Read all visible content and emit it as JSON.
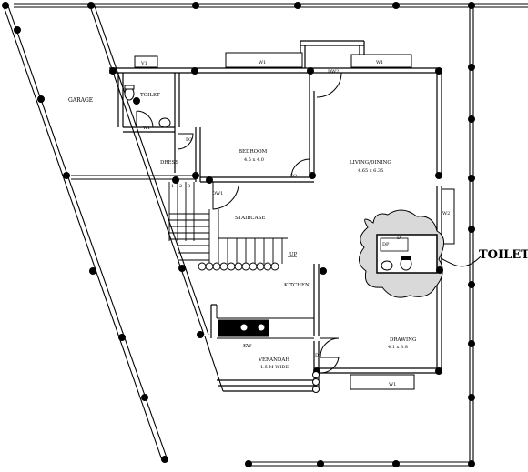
{
  "labels": {
    "garage": "GARAGE",
    "toilet_small": "TOILET",
    "dress": "DRESS",
    "bedroom": "BEDROOM",
    "bedroom_size": "4.5 x 4.0",
    "living": "LIVING/DINING",
    "living_size": "4.65 x 6.35",
    "staircase": "STAIRCASE",
    "up": "UP",
    "kitchen": "KITCHEN",
    "kw": "KW",
    "verandah": "VERANDAH",
    "verandah_size": "1.5 M WIDE",
    "drawing": "DRAWING",
    "drawing_size": "4.1 x 3.8",
    "toilet_callout": "TOILET",
    "stair_numbers": [
      "1",
      "2",
      "3"
    ]
  },
  "tags": {
    "w1": "W1",
    "w1b": "W1",
    "w1c": "W1",
    "w1d": "W1",
    "w2": "W2",
    "v1": "V1",
    "d1": "D1",
    "d2": "D2",
    "d3": "D3",
    "dw2": "DW2",
    "dw1": "DW1",
    "d": "D",
    "dp": "DP"
  }
}
